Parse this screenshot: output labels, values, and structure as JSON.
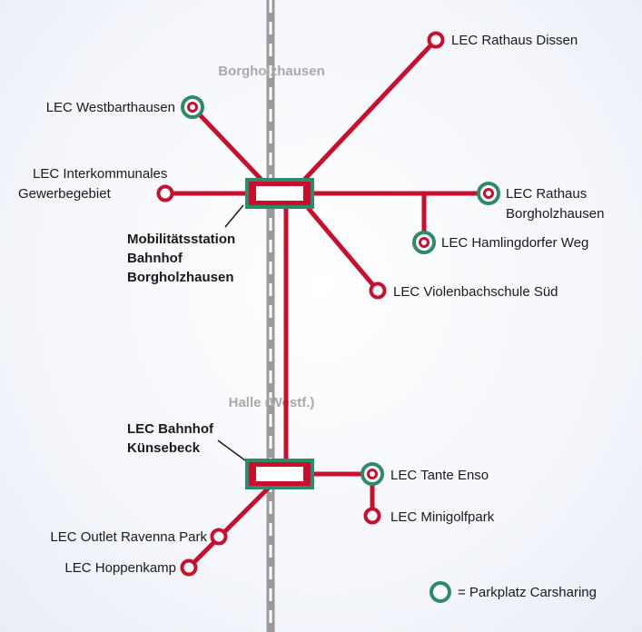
{
  "colors": {
    "route": "#c8102e",
    "carsharing": "#2e8b6a",
    "rail": "#9a9a9a",
    "town_label": "#a9a9a9"
  },
  "towns": {
    "north": "Borgholzhausen",
    "south": "Halle (Westf.)"
  },
  "hubs": {
    "north": [
      "Mobilitätsstation",
      "Bahnhof",
      "Borgholzhausen"
    ],
    "south": [
      "LEC Bahnhof",
      "Künsebeck"
    ]
  },
  "stops": {
    "rathaus_dissen": "LEC Rathaus Dissen",
    "westbarthausen": "LEC Westbarthausen",
    "gewerbegebiet": [
      "LEC Interkommunales",
      "Gewerbegebiet"
    ],
    "rathaus_borgholzhausen": [
      "LEC Rathaus",
      "Borgholzhausen"
    ],
    "hamlingdorfer": "LEC Hamlingdorfer Weg",
    "violenbach": "LEC Violenbachschule Süd",
    "tante_enso": "LEC Tante Enso",
    "minigolf": "LEC Minigolfpark",
    "outlet": "LEC Outlet Ravenna Park",
    "hoppenkamp": "LEC Hoppenkamp"
  },
  "legend": {
    "label": "= Parkplatz Carsharing",
    "icon": "carsharing-ring-icon"
  }
}
